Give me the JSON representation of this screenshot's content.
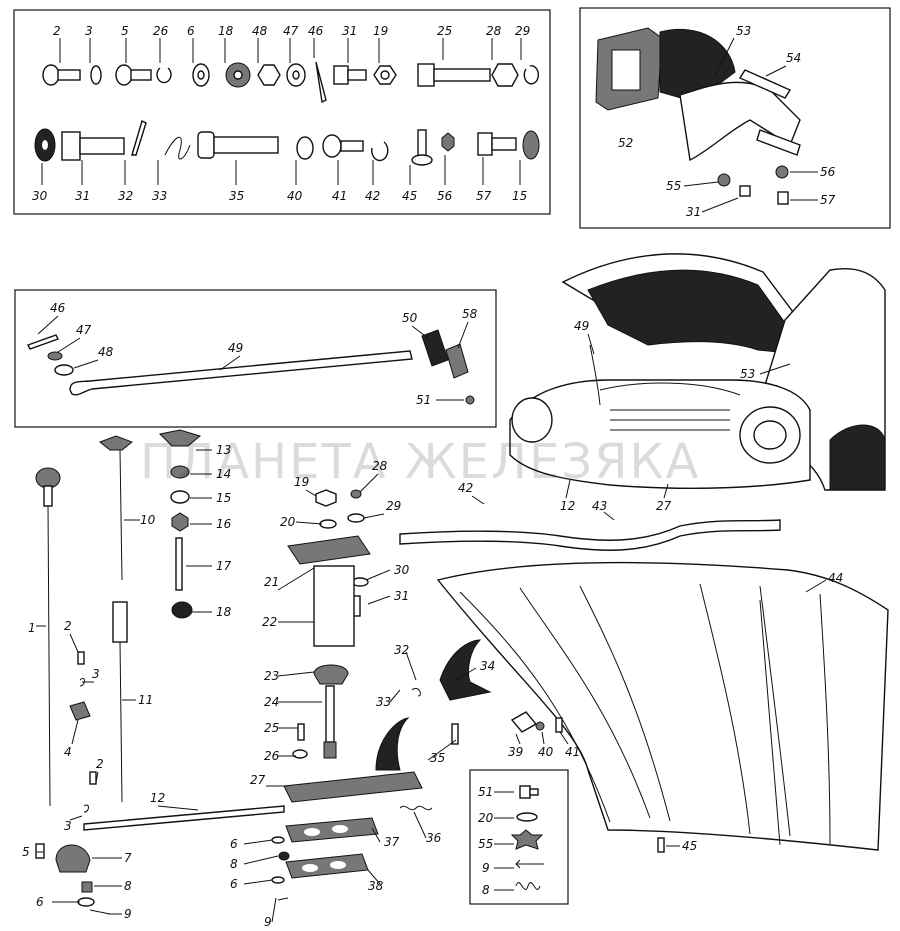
{
  "watermark": "ПЛАНЕТА ЖЕЛЕЗЯКА",
  "hardware_box": {
    "row1": [
      "2",
      "3",
      "5",
      "26",
      "6",
      "18",
      "48",
      "47",
      "46",
      "31",
      "19",
      "25",
      "28",
      "29"
    ],
    "row2": [
      "30",
      "31",
      "32",
      "33",
      "35",
      "40",
      "41",
      "42",
      "45",
      "56",
      "57",
      "15"
    ]
  },
  "pad_box": [
    "53",
    "54",
    "52",
    "55",
    "56",
    "31",
    "57"
  ],
  "rod_box": [
    "46",
    "47",
    "48",
    "49",
    "50",
    "58",
    "51"
  ],
  "car": [
    "49",
    "53",
    "42",
    "12",
    "43",
    "27"
  ],
  "hood": [
    "44",
    "39",
    "40",
    "41",
    "45"
  ],
  "small_box": [
    "51",
    "20",
    "55",
    "9",
    "8"
  ],
  "lock": [
    "13",
    "14",
    "15",
    "16",
    "17",
    "18",
    "10",
    "11",
    "1",
    "2",
    "3",
    "4",
    "2",
    "3",
    "5",
    "7",
    "8",
    "6",
    "9",
    "12",
    "19",
    "28",
    "20",
    "29",
    "21",
    "30",
    "31",
    "22",
    "23",
    "24",
    "25",
    "26",
    "27",
    "32",
    "33",
    "34",
    "35",
    "6",
    "8",
    "6",
    "37",
    "38",
    "36",
    "9"
  ]
}
